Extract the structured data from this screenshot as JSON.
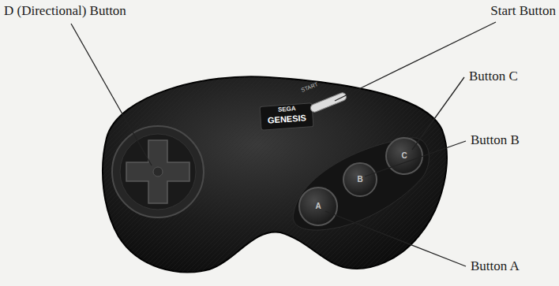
{
  "diagram": {
    "labels": [
      "D (Directional) Button",
      "Start Button",
      "Button C",
      "Button B",
      "Button A",
      "SEGA",
      "GENESIS",
      "START",
      "A",
      "B",
      "C"
    ]
  }
}
